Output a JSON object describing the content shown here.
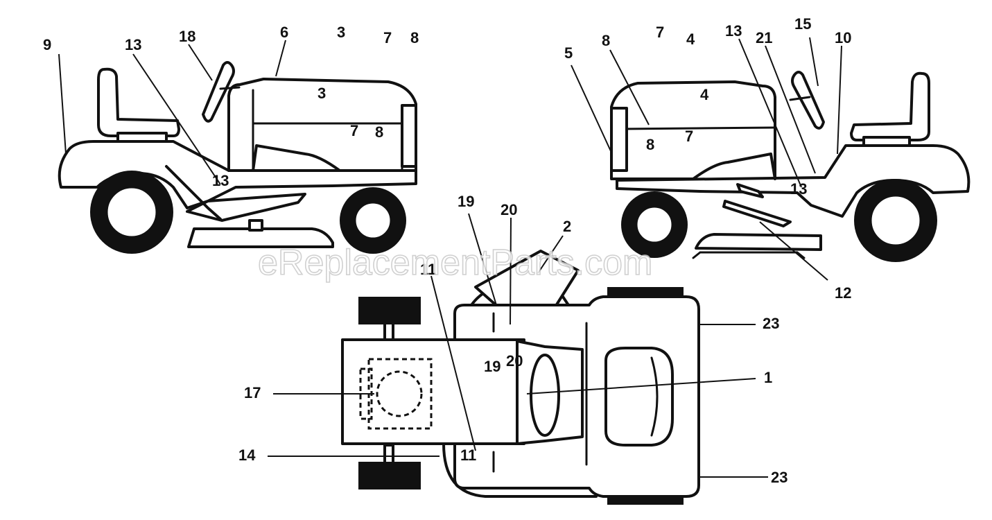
{
  "watermark": "eReplacementParts.com",
  "labels": {
    "left_view": {
      "n9": "9",
      "n13": "13",
      "n18": "18",
      "n6": "6",
      "n3": "3",
      "n7": "7",
      "n8": "8"
    },
    "right_view": {
      "n5": "5",
      "n8": "8",
      "n7": "7",
      "n4": "4",
      "n13": "13",
      "n21": "21",
      "n15": "15",
      "n10": "10",
      "n12": "12"
    },
    "top_view": {
      "n19": "19",
      "n20": "20",
      "n2": "2",
      "n11": "11",
      "n23a": "23",
      "n1": "1",
      "n17": "17",
      "n14": "14",
      "n23b": "23"
    }
  },
  "colors": {
    "ink": "#111111",
    "paper": "#ffffff",
    "watermark": "#c8c8c8"
  }
}
